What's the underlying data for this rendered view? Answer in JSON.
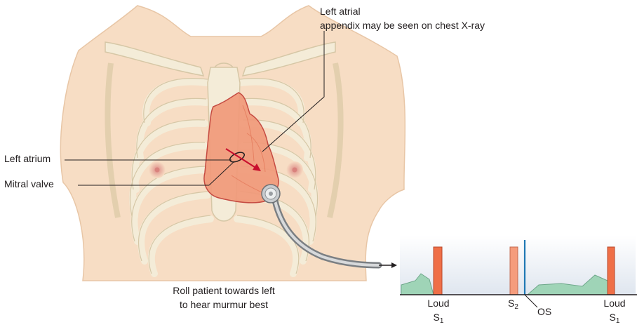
{
  "labels": {
    "left_atrial_line1": "Left atrial",
    "left_atrial_line2": "appendix may be seen on chest X-ray",
    "left_atrium": "Left atrium",
    "mitral_valve": "Mitral valve",
    "roll_line1": "Roll patient towards left",
    "roll_line2": "to hear murmur best"
  },
  "phono": {
    "loud_s1_left": "Loud",
    "s1_left_base": "S",
    "s1_left_sub": "1",
    "s2_base": "S",
    "s2_sub": "2",
    "os": "OS",
    "loud_s1_right": "Loud",
    "s1_right_base": "S",
    "s1_right_sub": "1"
  },
  "colors": {
    "skin": "#f7ddc4",
    "bone": "#f4ecd8",
    "heart": "#f0997a",
    "sound_bar": "#ef6f47",
    "murmur": "#9fd4b7",
    "os_line": "#1f78b4",
    "arrow": "#c8102e"
  }
}
